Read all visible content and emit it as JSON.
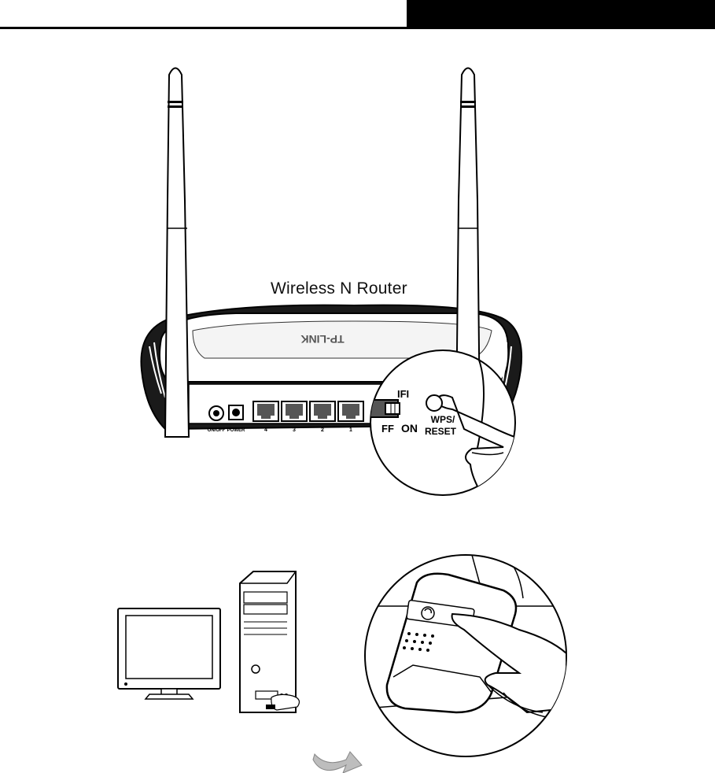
{
  "header": {
    "bar_color": "#000000"
  },
  "router": {
    "caption": "Wireless N Router",
    "brand": "TP-LINK",
    "ports": [
      "4",
      "3",
      "2",
      "1"
    ],
    "onoff_label": "ON/OFF",
    "power_label": "POWER",
    "wifi_label": "IFI",
    "off_label": "FF",
    "on_label": "ON",
    "wps_label_1": "WPS/",
    "wps_label_2": "RESET"
  },
  "illustration": {
    "icons": [
      "computer-monitor-icon",
      "computer-tower-icon",
      "curved-arrow-icon",
      "wps-adapter-zoom-icon"
    ]
  }
}
